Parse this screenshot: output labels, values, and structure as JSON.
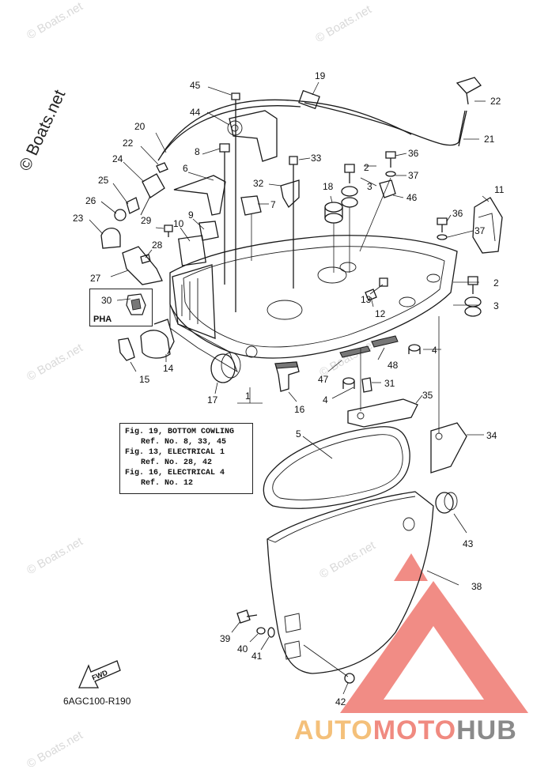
{
  "watermarks": [
    "© Boats.net",
    "© Boats.net",
    "© Boats.net",
    "© Boats.net",
    "© Boats.net",
    "© Boats.net",
    "© Boats.net"
  ],
  "side_watermark": "© Boats.net",
  "callouts": [
    "1",
    "2",
    "2",
    "3",
    "3",
    "4",
    "4",
    "5",
    "6",
    "7",
    "8",
    "9",
    "10",
    "11",
    "12",
    "13",
    "14",
    "15",
    "16",
    "17",
    "18",
    "19",
    "20",
    "21",
    "22",
    "22",
    "23",
    "24",
    "25",
    "26",
    "27",
    "28",
    "29",
    "30",
    "31",
    "32",
    "33",
    "34",
    "35",
    "36",
    "36",
    "37",
    "37",
    "38",
    "39",
    "40",
    "41",
    "42",
    "43",
    "44",
    "45",
    "46",
    "47",
    "48"
  ],
  "pha_box": {
    "label": "PHA"
  },
  "reference_box": {
    "lines": [
      "Fig. 19, BOTTOM COWLING",
      "Ref. No. 8, 33, 45",
      "Fig. 13, ELECTRICAL 1",
      "Ref. No. 28, 42",
      "Fig. 16, ELECTRICAL 4",
      "Ref. No. 12"
    ]
  },
  "fwd_label": "FWD",
  "figure_code": "6AGC100-R190",
  "brand": {
    "part1": "AUTO",
    "part2": "MOTO",
    "part3": "HUB"
  },
  "colors": {
    "line": "#1a1a1a",
    "logo_red": "#ef8078",
    "logo_orange": "#f4c07a",
    "logo_gray": "#8a8a8a",
    "watermark": "#d9d9d9"
  }
}
